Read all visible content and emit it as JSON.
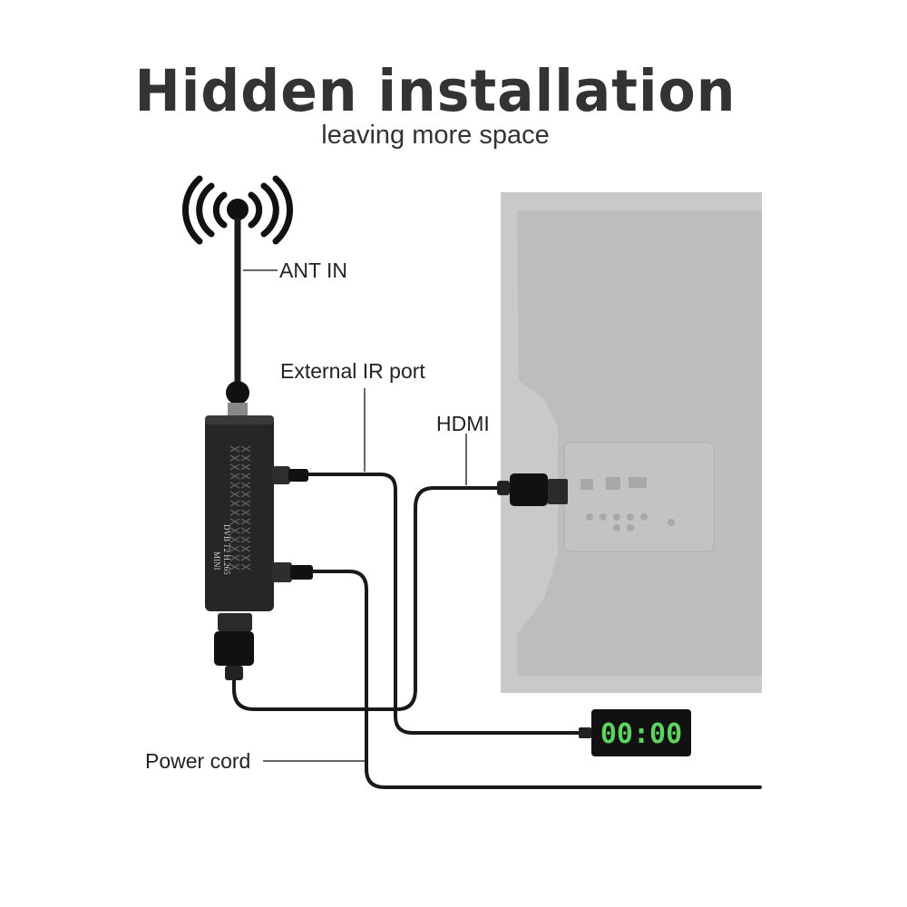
{
  "header": {
    "title": "Hidden installation",
    "subtitle": "leaving more space"
  },
  "labels": {
    "ant_in": "ANT IN",
    "ir_port": "External IR port",
    "hdmi": "HDMI",
    "power_cord": "Power cord"
  },
  "device": {
    "model_line1": "DVB T2 H.265",
    "model_line2": "MINI"
  },
  "ir_receiver": {
    "display": "00:00"
  },
  "colors": {
    "tv": "#c8c8c8",
    "cable": "#1a1a1a",
    "clock_digits": "#5fd35f"
  },
  "icons": [
    "signal-waves-icon"
  ]
}
